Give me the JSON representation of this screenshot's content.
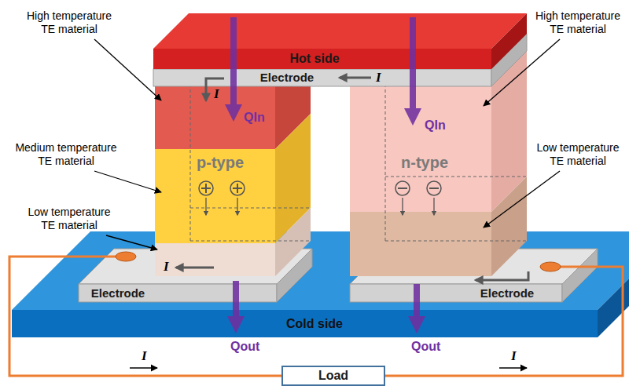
{
  "diagram": {
    "nodes": [
      {
        "text": [
          "Hot side"
        ]
      },
      {
        "text": [
          "Electrode"
        ]
      },
      {
        "text": [
          "p-type"
        ]
      },
      {
        "text": [
          "n-type"
        ]
      },
      {
        "text": [
          "Electrode"
        ]
      },
      {
        "text": [
          "Electrode"
        ]
      },
      {
        "text": [
          "Cold side"
        ]
      },
      {
        "text": [
          "Load"
        ]
      }
    ],
    "edges": [
      {
        "from": 4,
        "to": 7,
        "arrow": "none",
        "label": "I"
      },
      {
        "from": 7,
        "to": 5,
        "arrow": "none",
        "label": "I"
      }
    ],
    "labels": [
      "High temperature TE material",
      "Medium temperature TE material",
      "Low temperature TE material",
      "High temperature TE material",
      "Low temperature TE material",
      "QIn",
      "QIn",
      "I",
      "I",
      "I",
      "Qout",
      "Qout"
    ]
  }
}
